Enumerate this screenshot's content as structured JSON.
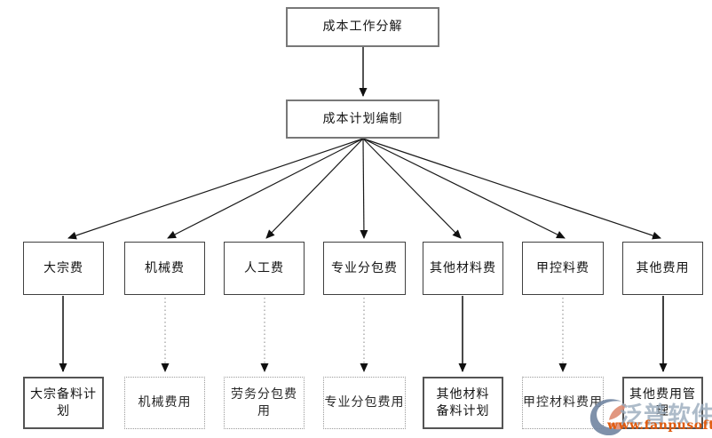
{
  "nodes": {
    "root": {
      "label": "成本工作分解"
    },
    "plan": {
      "label": "成本计划编制"
    },
    "level3": [
      {
        "label": "大宗费"
      },
      {
        "label": "机械费"
      },
      {
        "label": "人工费"
      },
      {
        "label": "专业分包费"
      },
      {
        "label": "其他材料费"
      },
      {
        "label": "甲控料费"
      },
      {
        "label": "其他费用"
      }
    ],
    "level4": [
      {
        "label": "大宗备料计划",
        "border": "solid"
      },
      {
        "label": "机械费用",
        "border": "dotted"
      },
      {
        "label": "劳务分包费用",
        "border": "dotted"
      },
      {
        "label": "专业分包费用",
        "border": "dotted"
      },
      {
        "label": "其他材料备料计划",
        "border": "solid"
      },
      {
        "label": "甲控材料费用",
        "border": "dotted"
      },
      {
        "label": "其他费用管理",
        "border": "solid"
      }
    ]
  },
  "connectors": {
    "root_to_plan": "solid-arrow",
    "plan_fanout_count": 7,
    "level3_to_level4": [
      "solid",
      "dotted",
      "dotted",
      "dotted",
      "solid",
      "dotted",
      "solid"
    ]
  },
  "watermark": {
    "brand": "泛普软件",
    "url": "www.fanpusoft.com",
    "brand_color": "#98aabc",
    "url_color": "#e05a0c",
    "logo_blue": "#7588a3",
    "logo_orange": "#df8f76"
  }
}
